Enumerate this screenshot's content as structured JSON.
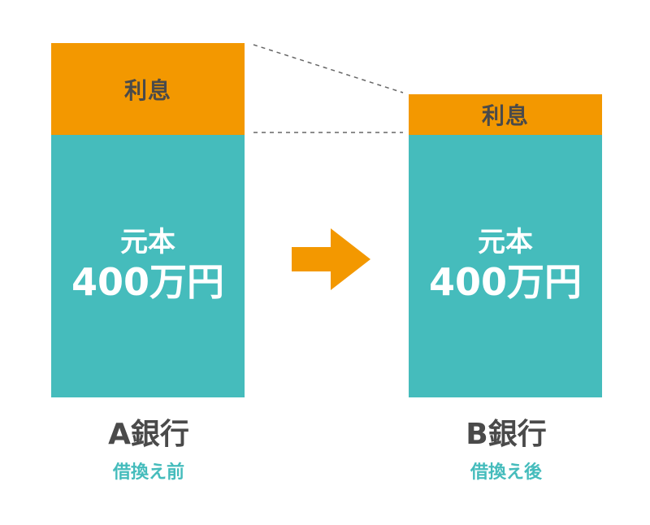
{
  "colors": {
    "interest": "#F39800",
    "principal": "#45BCBC",
    "arrow": "#F39800",
    "dark_text": "#4a4a4a",
    "dashed_line": "#666666"
  },
  "before": {
    "interest_label": "利息",
    "principal_label": "元本",
    "principal_amount": "400万円",
    "bank_name": "A銀行",
    "caption": "借換え前"
  },
  "after": {
    "interest_label": "利息",
    "principal_label": "元本",
    "principal_amount": "400万円",
    "bank_name": "B銀行",
    "caption": "借換え後"
  },
  "arrow_icon": "right-arrow-icon"
}
